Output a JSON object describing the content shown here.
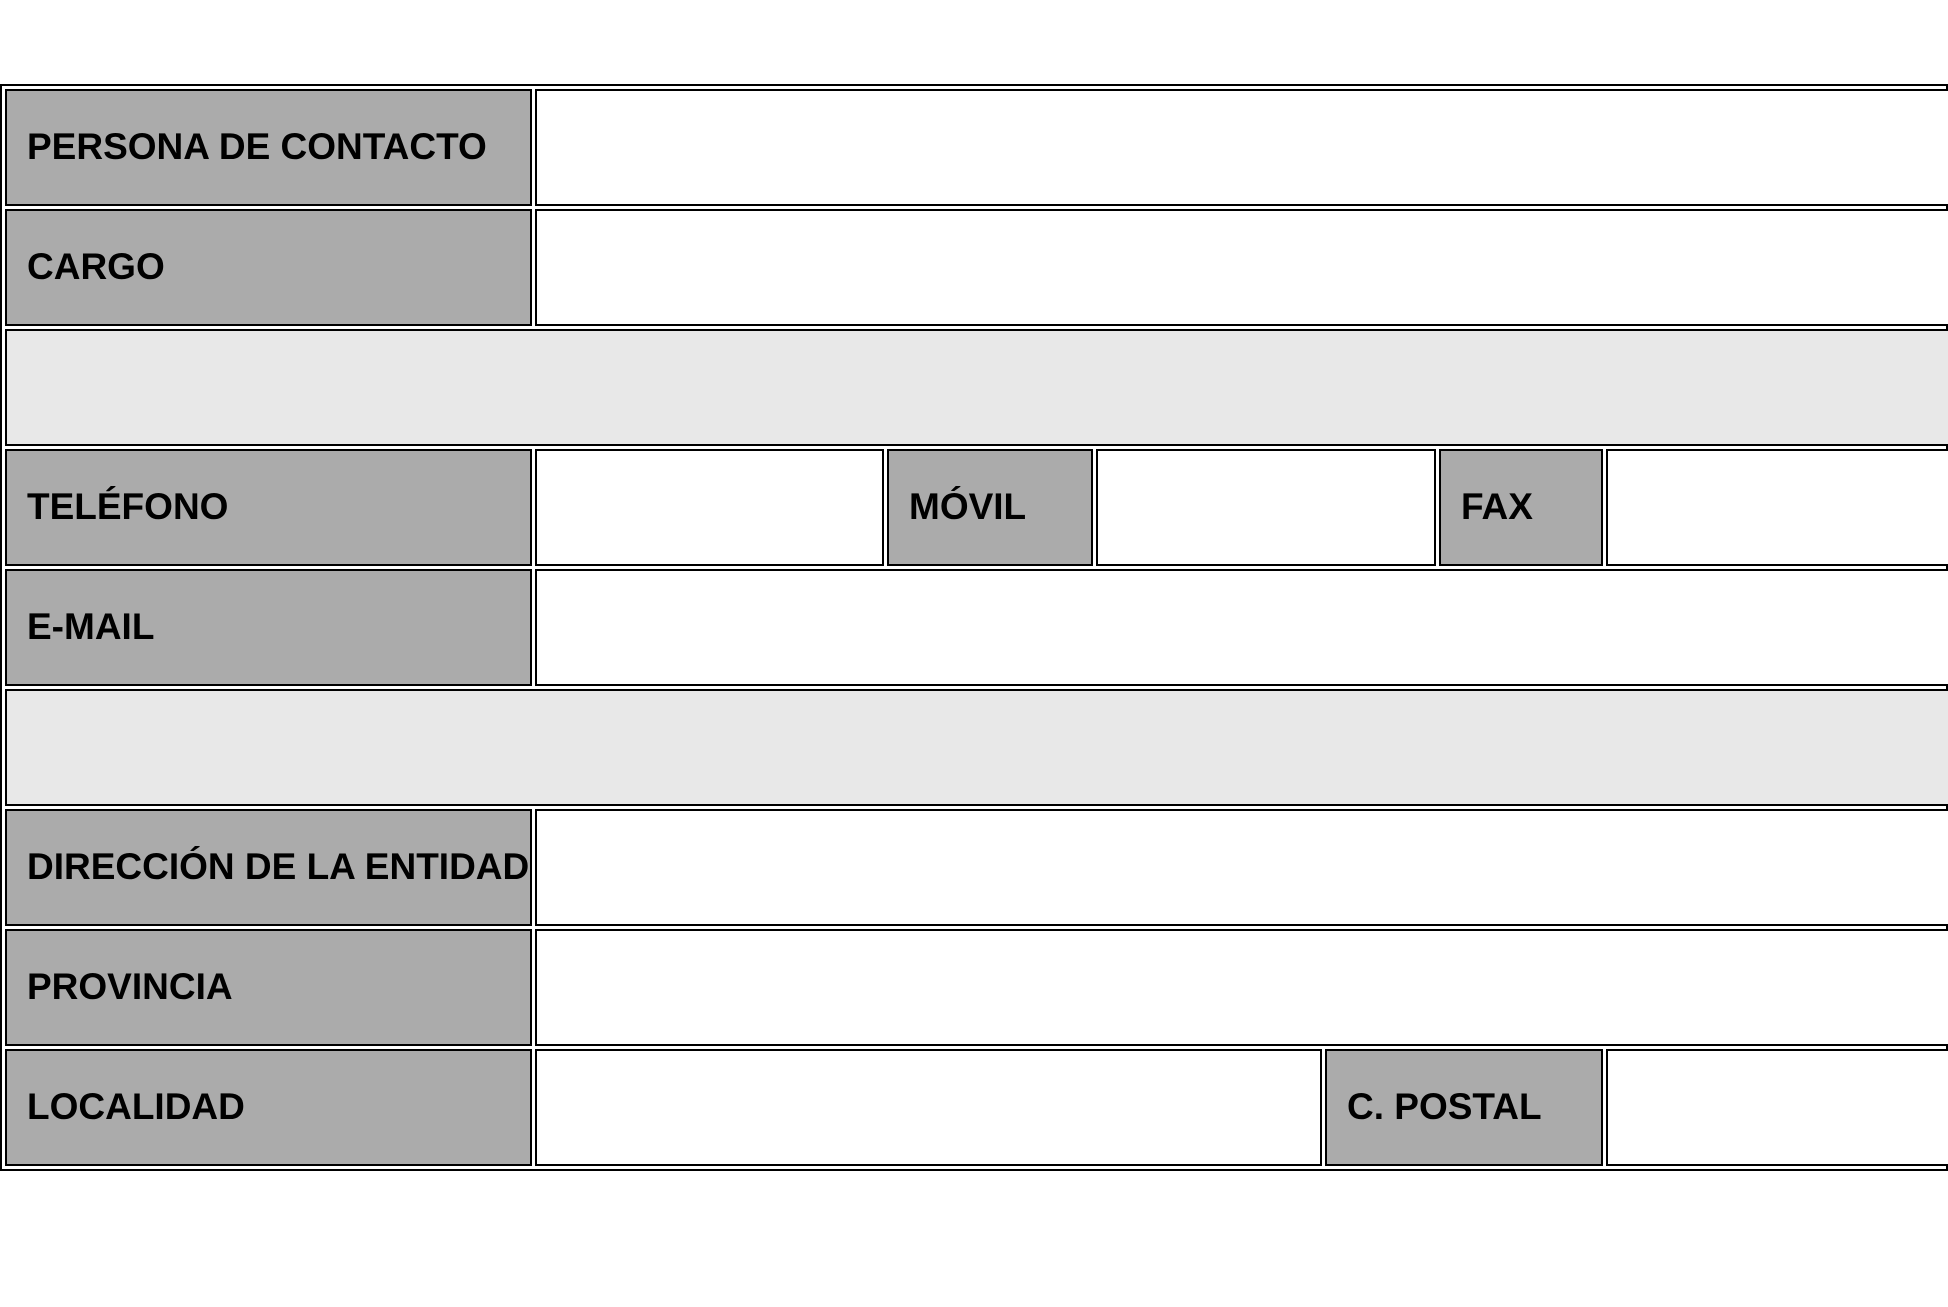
{
  "form": {
    "contact_person_label": "PERSONA DE CONTACTO",
    "position_label": "CARGO",
    "phone_label": "TELÉFONO",
    "mobile_label": "MÓVIL",
    "fax_label": "FAX",
    "email_label": "E-MAIL",
    "address_label": "DIRECCIÓN DE LA ENTIDAD",
    "province_label": "PROVINCIA",
    "locality_label": "LOCALIDAD",
    "postal_code_label": "C. POSTAL"
  }
}
